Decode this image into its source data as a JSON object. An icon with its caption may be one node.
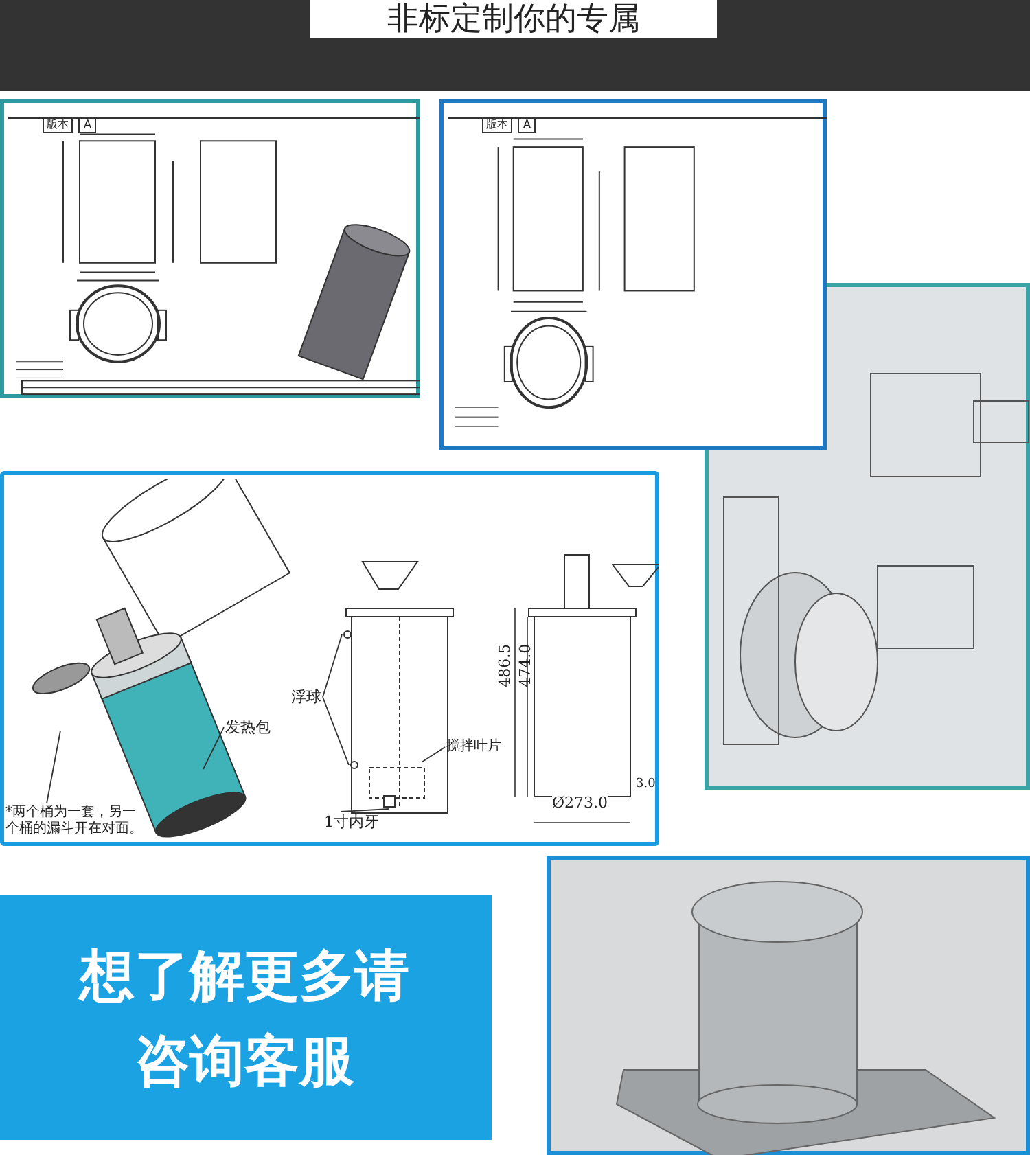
{
  "diagram": {
    "title": "非标定制你的专属",
    "nodes": [
      {
        "text": [
          "浮球"
        ]
      },
      {
        "text": [
          "发热包"
        ]
      },
      {
        "text": [
          "搅拌叶片"
        ]
      },
      {
        "text": [
          "1寸内牙"
        ]
      },
      {
        "text": [
          "*两个桶为一套，另一个桶的漏斗开在对面。"
        ]
      },
      {
        "text": [],
        "shape": "circle"
      },
      {
        "text": [],
        "shape": "circle"
      },
      {
        "text": [],
        "shape": "box"
      }
    ],
    "edges": [
      {
        "from": 0,
        "to": 5,
        "arrow": "none"
      },
      {
        "from": 0,
        "to": 6,
        "arrow": "none"
      },
      {
        "from": 1,
        "to": null,
        "arrow": "none"
      },
      {
        "from": 2,
        "to": null,
        "arrow": "none"
      },
      {
        "from": 3,
        "to": 7,
        "arrow": "none"
      },
      {
        "from": 4,
        "to": null,
        "arrow": "none"
      }
    ],
    "labels": [
      "版本",
      "A",
      "版本",
      "A",
      "486.5",
      "474.0",
      "Ø273.0",
      "3.0",
      "想了解更多请咨询客服"
    ]
  }
}
